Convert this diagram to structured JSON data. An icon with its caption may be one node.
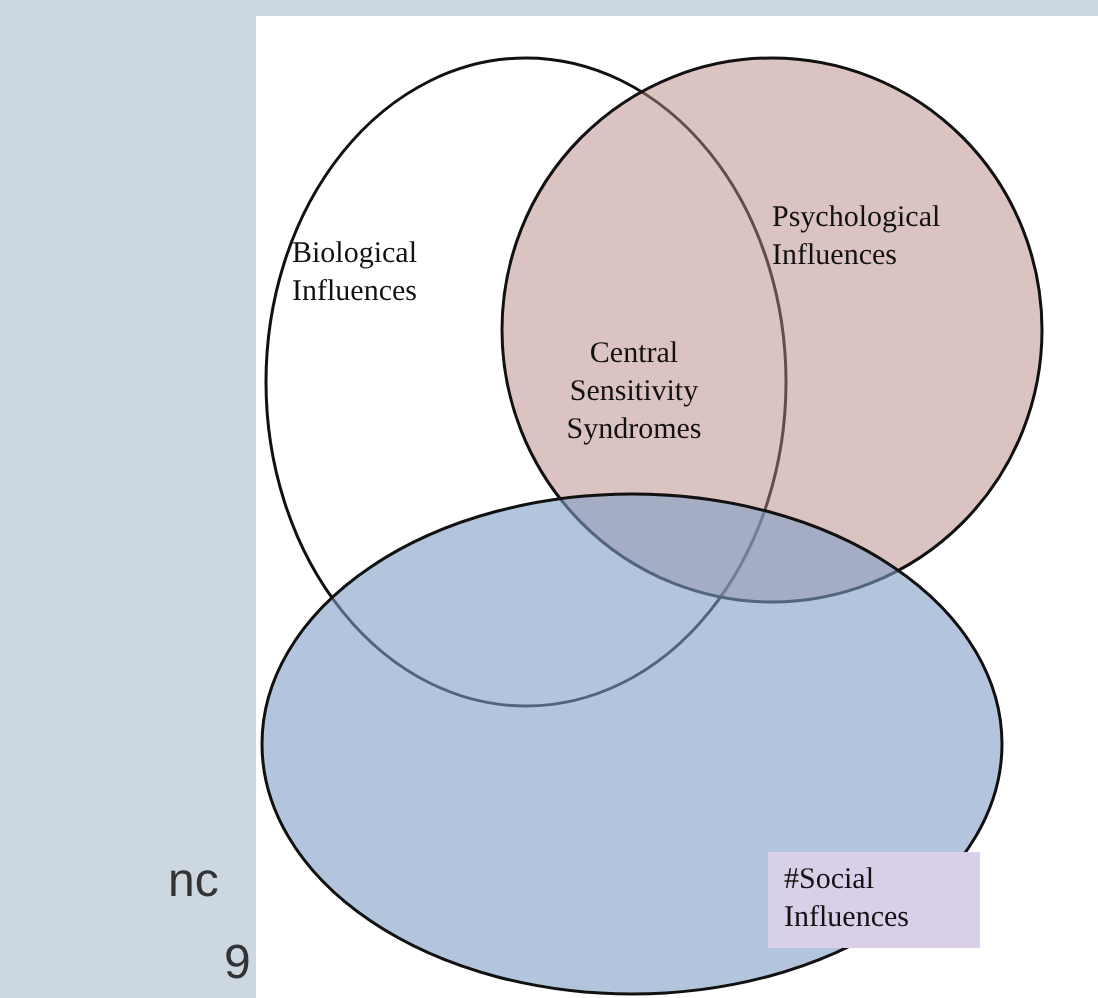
{
  "diagram": {
    "nodes": [
      {
        "text": [
          "Biological Influences"
        ]
      },
      {
        "text": [
          "Psychological Influences"
        ]
      },
      {
        "text": [],
        "shape": "circle"
      },
      {
        "text": [
          "#Social Influences"
        ],
        "in": 2
      }
    ],
    "edges": [],
    "labels": [
      "Central Sensitivity Syndromes",
      "nc",
      "9"
    ]
  }
}
